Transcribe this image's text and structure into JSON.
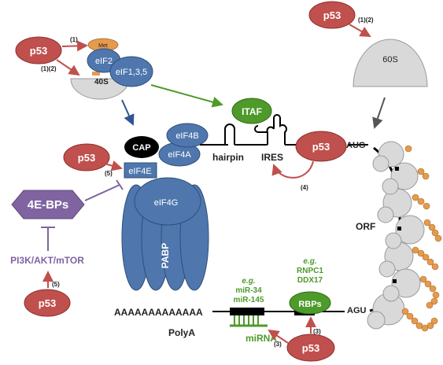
{
  "labels": {
    "p53": "p53",
    "met": "Met",
    "eif2": "eIF2",
    "eif135": "eIF1,3,5",
    "s40": "40S",
    "s60": "60S",
    "cap": "CAP",
    "eif4b": "eIF4B",
    "eif4a": "eIF4A",
    "eif4e": "eIF4E",
    "eif4g": "eIF4G",
    "pabp": "PABP",
    "hairpin": "hairpin",
    "ires": "IRES",
    "itaf": "ITAF",
    "aug": "AUG",
    "agu": "AGU",
    "orf": "ORF",
    "bps4e": "4E-BPs",
    "pi3k": "PI3K/AKT/mTOR",
    "polya_seq": "AAAAAAAAAAAAA",
    "polya": "PolyA",
    "mirna": "miRNA",
    "rbps": "RBPs",
    "eg": "e.g.",
    "mir34": "miR-34",
    "mir145": "miR-145",
    "rnpc1": "RNPC1",
    "ddx17": "DDX17"
  },
  "refs": {
    "r1": "(1)",
    "r12": "(1)(2)",
    "r3": "(3)",
    "r4": "(4)",
    "r5": "(5)"
  },
  "colors": {
    "p53_fill": "#c0504d",
    "blue_protein": "#4f77ad",
    "ribosome_grey": "#d9d9d9",
    "green_itaf": "#4e9a2a",
    "purple_4ebp": "#8064a2",
    "peptide_orange": "#e59a4e"
  }
}
